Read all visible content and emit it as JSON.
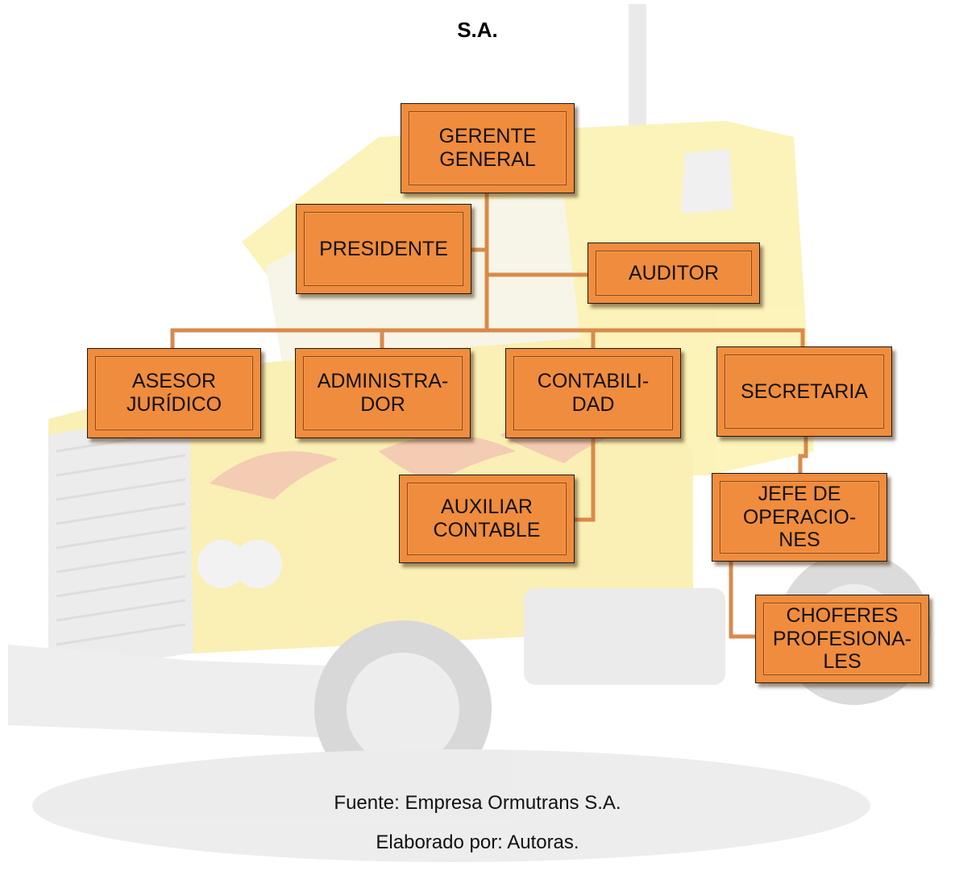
{
  "title": "S.A.",
  "colors": {
    "box_fill": "#f08c3d",
    "connector": "#d98a4a",
    "box_border": "#1a1a1a"
  },
  "background_image": "semi-transparent-yellow-truck",
  "nodes": {
    "gerente": "GERENTE\nGENERAL",
    "presidente": "PRESIDENTE",
    "auditor": "AUDITOR",
    "asesor": "ASESOR\nJURÍDICO",
    "administrador": "ADMINISTRA-\nDOR",
    "contabilidad": "CONTABILI-\nDAD",
    "secretaria": "SECRETARIA",
    "auxiliar": "AUXILIAR\nCONTABLE",
    "jefe": "JEFE DE\nOPERACIO-\nNES",
    "choferes": "CHOFERES\nPROFESIONA-\nLES"
  },
  "caption": {
    "source": "Fuente: Empresa Ormutrans S.A.",
    "author": "Elaborado por: Autoras."
  }
}
